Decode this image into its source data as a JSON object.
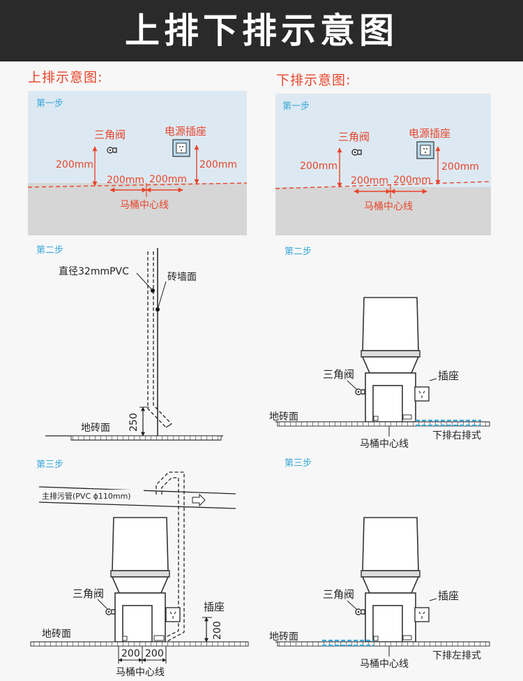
{
  "header": {
    "title": "上排下排示意图"
  },
  "left": {
    "title": "上排示意图:",
    "step1": {
      "label": "第一步",
      "valve": "三角阀",
      "socket": "电源插座",
      "valve_height": "200mm",
      "socket_height": "200mm",
      "offset_left": "200mm",
      "offset_right": "200mm",
      "centerline": "马桶中心线"
    },
    "step2": {
      "label": "第二步",
      "pipe": "直径32mmPVC",
      "wall": "砖墙面",
      "floor": "地砖面",
      "height": "250"
    },
    "step3": {
      "label": "第三步",
      "main_pipe": "主排污管(PVC ϕ110mm)",
      "valve": "三角阀",
      "socket": "插座",
      "floor": "地砖面",
      "height": "200",
      "offset_left": "200",
      "offset_right": "200",
      "centerline": "马桶中心线"
    }
  },
  "right": {
    "title": "下排示意图:",
    "step1": {
      "label": "第一步",
      "valve": "三角阀",
      "socket": "电源插座",
      "valve_height": "200mm",
      "socket_height": "200mm",
      "offset_left": "200mm",
      "offset_right": "200mm",
      "centerline": "马桶中心线"
    },
    "step2": {
      "label": "第二步",
      "valve": "三角阀",
      "socket": "插座",
      "floor": "地砖面",
      "centerline": "马桶中心线",
      "drain": "下排右排式"
    },
    "step3": {
      "label": "第三步",
      "valve": "三角阀",
      "socket": "插座",
      "floor": "地砖面",
      "centerline": "马桶中心线",
      "drain": "下排左排式"
    }
  },
  "colors": {
    "accent": "#e8442a",
    "step": "#3aa7d8",
    "panel": "#dde9f2",
    "drain": "#3aa7d8"
  }
}
